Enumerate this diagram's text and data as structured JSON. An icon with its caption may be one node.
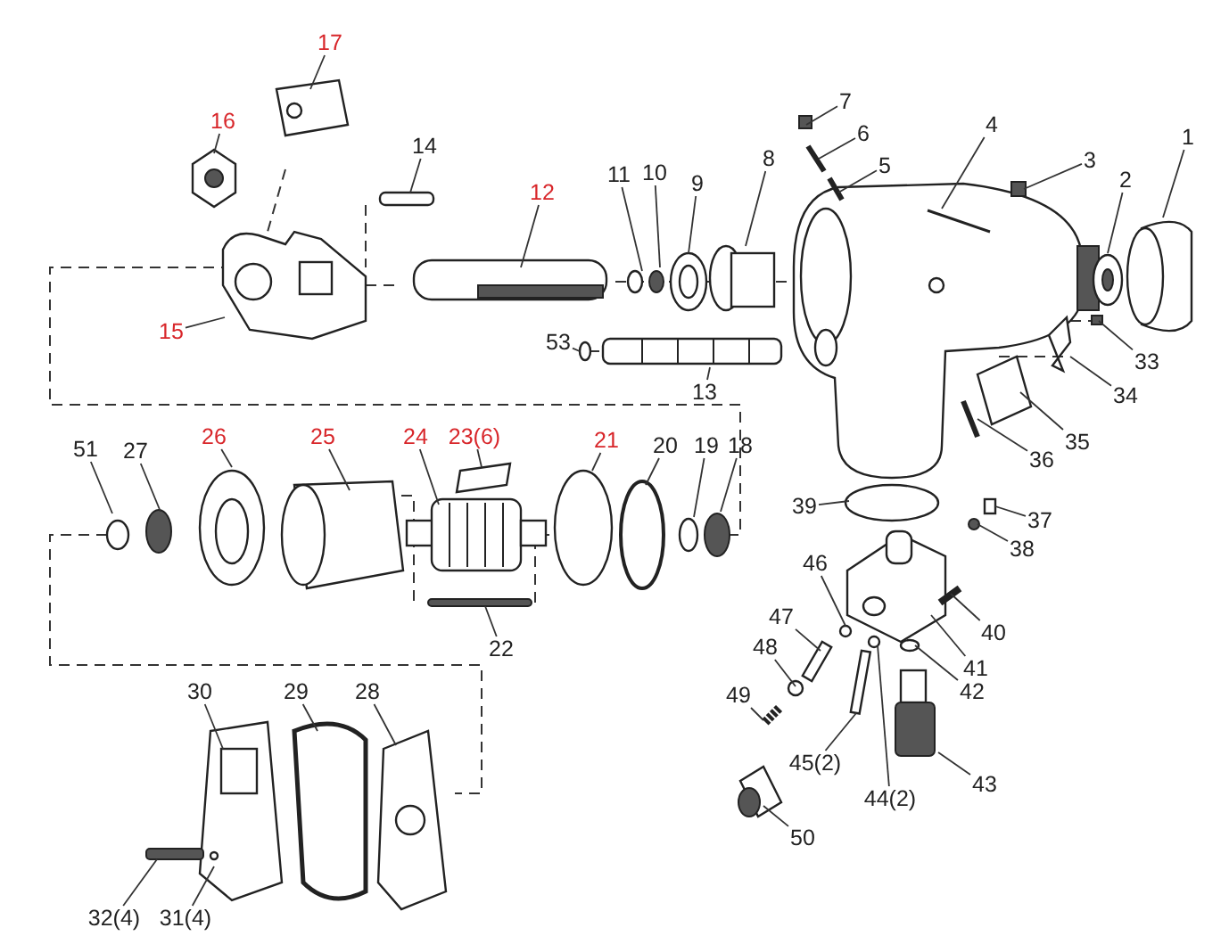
{
  "diagram": {
    "nodes": [
      {
        "text": [
          "1"
        ]
      },
      {
        "text": [
          "2"
        ]
      },
      {
        "text": [
          "3"
        ]
      },
      {
        "text": [
          "4"
        ]
      },
      {
        "text": [
          "5"
        ]
      },
      {
        "text": [
          "6"
        ]
      },
      {
        "text": [
          "7"
        ]
      },
      {
        "text": [
          "8"
        ]
      },
      {
        "text": [
          "9"
        ]
      },
      {
        "text": [
          "10"
        ]
      },
      {
        "text": [
          "11"
        ]
      },
      {
        "text": [
          "12"
        ]
      },
      {
        "text": [
          "13"
        ]
      },
      {
        "text": [
          "14"
        ]
      },
      {
        "text": [
          "15"
        ]
      },
      {
        "text": [
          "16"
        ]
      },
      {
        "text": [
          "17"
        ]
      },
      {
        "text": [
          "18"
        ]
      },
      {
        "text": [
          "19"
        ]
      },
      {
        "text": [
          "20"
        ]
      },
      {
        "text": [
          "21"
        ]
      },
      {
        "text": [
          "22"
        ]
      },
      {
        "text": [
          "23(6)"
        ]
      },
      {
        "text": [
          "24"
        ]
      },
      {
        "text": [
          "25"
        ]
      },
      {
        "text": [
          "26"
        ]
      },
      {
        "text": [
          "27"
        ]
      },
      {
        "text": [
          "28"
        ]
      },
      {
        "text": [
          "29"
        ]
      },
      {
        "text": [
          "30"
        ]
      },
      {
        "text": [
          "31(4)"
        ]
      },
      {
        "text": [
          "32(4)"
        ]
      },
      {
        "text": [
          "33"
        ]
      },
      {
        "text": [
          "34"
        ]
      },
      {
        "text": [
          "35"
        ]
      },
      {
        "text": [
          "36"
        ]
      },
      {
        "text": [
          "37"
        ]
      },
      {
        "text": [
          "38"
        ]
      },
      {
        "text": [
          "39"
        ]
      },
      {
        "text": [
          "40"
        ]
      },
      {
        "text": [
          "41"
        ]
      },
      {
        "text": [
          "42"
        ]
      },
      {
        "text": [
          "43"
        ]
      },
      {
        "text": [
          "44(2)"
        ]
      },
      {
        "text": [
          "45(2)"
        ]
      },
      {
        "text": [
          "46"
        ]
      },
      {
        "text": [
          "47"
        ]
      },
      {
        "text": [
          "48"
        ]
      },
      {
        "text": [
          "49"
        ]
      },
      {
        "text": [
          "50"
        ]
      },
      {
        "text": [
          "51"
        ]
      },
      {
        "text": [
          "53"
        ]
      }
    ],
    "edges": [
      {
        "from": 0,
        "to": null,
        "arrow": "none"
      },
      {
        "from": 1,
        "to": null,
        "arrow": "none"
      },
      {
        "from": 2,
        "to": null,
        "arrow": "none"
      },
      {
        "from": 3,
        "to": null,
        "arrow": "none"
      },
      {
        "from": 4,
        "to": null,
        "arrow": "none"
      },
      {
        "from": 5,
        "to": null,
        "arrow": "none"
      },
      {
        "from": 6,
        "to": null,
        "arrow": "none"
      },
      {
        "from": 7,
        "to": null,
        "arrow": "none"
      },
      {
        "from": 8,
        "to": null,
        "arrow": "none"
      },
      {
        "from": 9,
        "to": null,
        "arrow": "none"
      },
      {
        "from": 10,
        "to": null,
        "arrow": "none"
      },
      {
        "from": 11,
        "to": null,
        "arrow": "none"
      },
      {
        "from": 12,
        "to": null,
        "arrow": "none"
      },
      {
        "from": 13,
        "to": null,
        "arrow": "none"
      },
      {
        "from": 14,
        "to": null,
        "arrow": "none"
      },
      {
        "from": 15,
        "to": null,
        "arrow": "none"
      },
      {
        "from": 16,
        "to": null,
        "arrow": "none"
      },
      {
        "from": 17,
        "to": null,
        "arrow": "none"
      },
      {
        "from": 18,
        "to": null,
        "arrow": "none"
      },
      {
        "from": 19,
        "to": null,
        "arrow": "none"
      },
      {
        "from": 20,
        "to": null,
        "arrow": "none"
      },
      {
        "from": 21,
        "to": null,
        "arrow": "none"
      },
      {
        "from": 22,
        "to": null,
        "arrow": "none"
      },
      {
        "from": 23,
        "to": null,
        "arrow": "none"
      },
      {
        "from": 24,
        "to": null,
        "arrow": "none"
      },
      {
        "from": 25,
        "to": null,
        "arrow": "none"
      },
      {
        "from": 26,
        "to": null,
        "arrow": "none"
      },
      {
        "from": 27,
        "to": null,
        "arrow": "none"
      },
      {
        "from": 28,
        "to": null,
        "arrow": "none"
      },
      {
        "from": 29,
        "to": null,
        "arrow": "none"
      },
      {
        "from": 30,
        "to": null,
        "arrow": "none"
      },
      {
        "from": 31,
        "to": null,
        "arrow": "none"
      },
      {
        "from": 32,
        "to": null,
        "arrow": "none"
      },
      {
        "from": 33,
        "to": null,
        "arrow": "none"
      },
      {
        "from": 34,
        "to": null,
        "arrow": "none"
      },
      {
        "from": 35,
        "to": null,
        "arrow": "none"
      },
      {
        "from": 36,
        "to": null,
        "arrow": "none"
      },
      {
        "from": 37,
        "to": null,
        "arrow": "none"
      },
      {
        "from": 38,
        "to": null,
        "arrow": "none"
      },
      {
        "from": 39,
        "to": null,
        "arrow": "none"
      },
      {
        "from": 40,
        "to": null,
        "arrow": "none"
      },
      {
        "from": 41,
        "to": null,
        "arrow": "none"
      },
      {
        "from": 42,
        "to": null,
        "arrow": "none"
      },
      {
        "from": 43,
        "to": null,
        "arrow": "none"
      },
      {
        "from": 44,
        "to": null,
        "arrow": "none"
      },
      {
        "from": 45,
        "to": null,
        "arrow": "none"
      },
      {
        "from": 46,
        "to": null,
        "arrow": "none"
      },
      {
        "from": 47,
        "to": null,
        "arrow": "none"
      },
      {
        "from": 48,
        "to": null,
        "arrow": "none"
      },
      {
        "from": 49,
        "to": null,
        "arrow": "none"
      },
      {
        "from": 50,
        "to": null,
        "arrow": "none"
      },
      {
        "from": 51,
        "to": null,
        "arrow": "none"
      }
    ]
  }
}
